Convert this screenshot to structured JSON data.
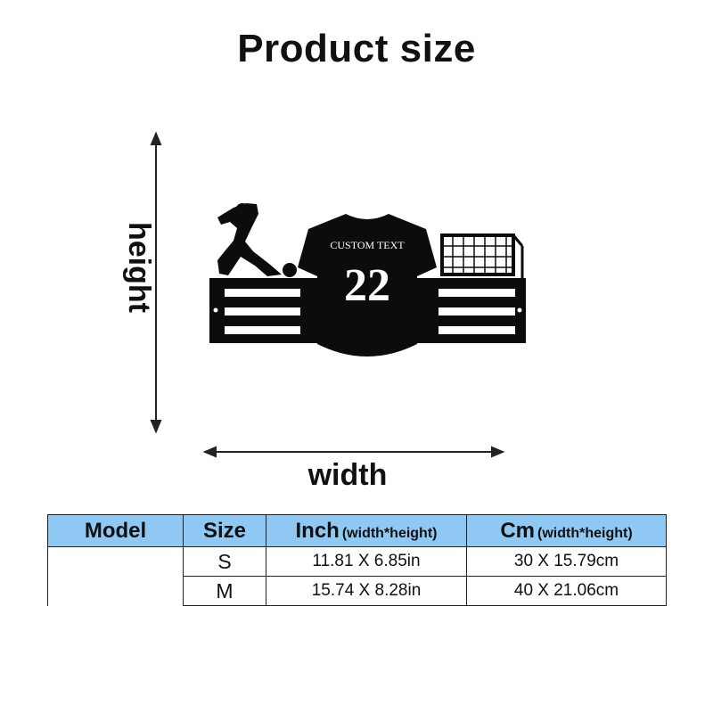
{
  "page": {
    "title": "Product size"
  },
  "diagram": {
    "height_label": "height",
    "width_label": "width",
    "jersey_text": "CUSTOM TEXT",
    "jersey_number": "22"
  },
  "table": {
    "headers": {
      "model": "Model",
      "size": "Size",
      "inch": "Inch",
      "inch_note": "(width*height)",
      "cm": "Cm",
      "cm_note": "(width*height)"
    },
    "rows": [
      {
        "size": "S",
        "inch": "11.81 X 6.85in",
        "cm": "30 X 15.79cm"
      },
      {
        "size": "M",
        "inch": "15.74 X 8.28in",
        "cm": "40 X 21.06cm"
      }
    ]
  }
}
